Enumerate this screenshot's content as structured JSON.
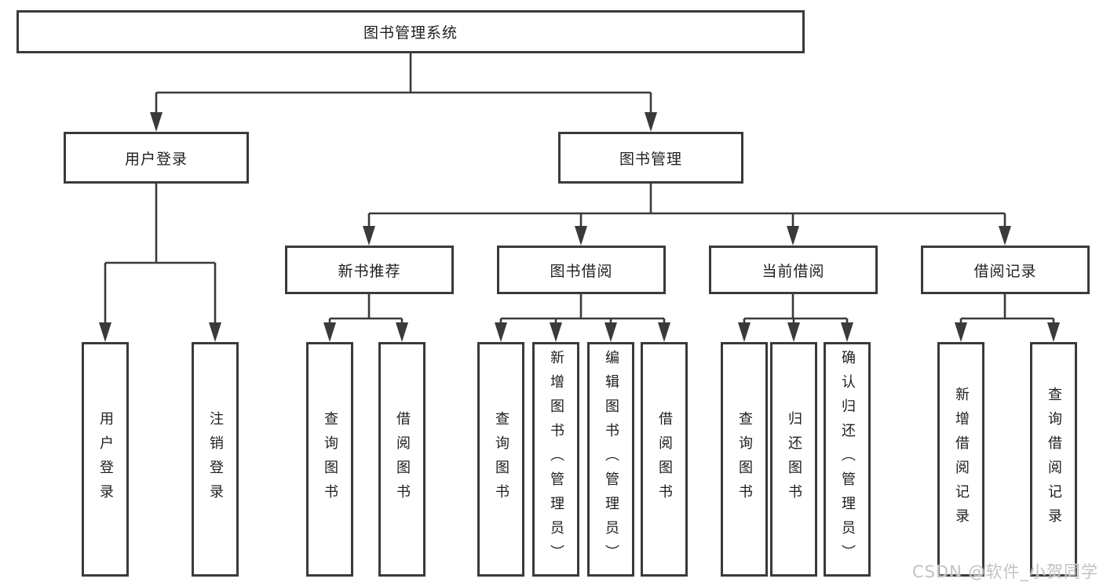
{
  "diagram": {
    "root": {
      "label": "图书管理系统"
    },
    "level2": [
      {
        "label": "用户登录"
      },
      {
        "label": "图书管理"
      }
    ],
    "level3": [
      {
        "label": "新书推荐"
      },
      {
        "label": "图书借阅"
      },
      {
        "label": "当前借阅"
      },
      {
        "label": "借阅记录"
      }
    ],
    "leaves": [
      {
        "label": "用户登录"
      },
      {
        "label": "注销登录"
      },
      {
        "label": "查询图书"
      },
      {
        "label": "借阅图书"
      },
      {
        "label": "查询图书"
      },
      {
        "label": "新增图书（管理员）"
      },
      {
        "label": "编辑图书（管理员）"
      },
      {
        "label": "借阅图书"
      },
      {
        "label": "查询图书"
      },
      {
        "label": "归还图书"
      },
      {
        "label": "确认归还（管理员）"
      },
      {
        "label": "新增借阅记录"
      },
      {
        "label": "查询借阅记录"
      }
    ]
  },
  "watermark": {
    "text": "CSDN @软件_小贺同学"
  },
  "colors": {
    "line": "#3a3a3a",
    "text": "#1f1f1f",
    "background": "#ffffff",
    "watermark": "#c2c2c2"
  }
}
